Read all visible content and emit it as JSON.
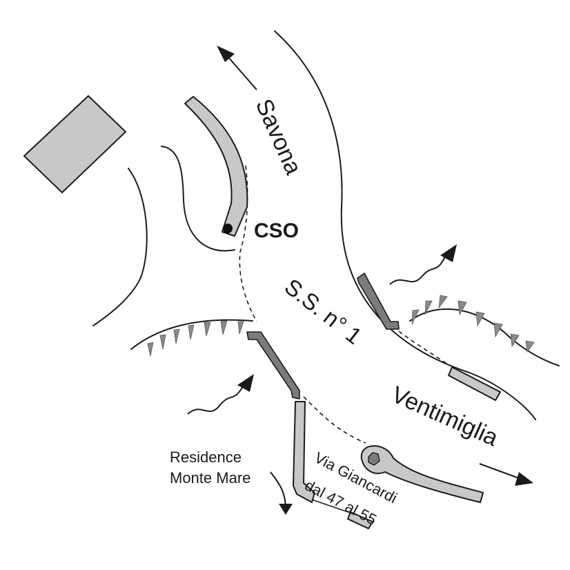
{
  "map": {
    "labels": {
      "savona": "Savona",
      "cso": "CSO",
      "road_name": "S.S. n° 1",
      "ventimiglia": "Ventimiglia",
      "residence_line1": "Residence",
      "residence_line2": "Monte Mare",
      "via_line1": "Via Giancardi",
      "via_line2": "dal 47 al 55"
    },
    "colors": {
      "wall_light": "#c8c8c8",
      "wall_dark": "#7b7b7b",
      "building": "#c8c8c8",
      "line": "#1a1a1a"
    },
    "features": {
      "building": "building-block",
      "cso_marker": "cso-dot",
      "direction_arrows": [
        "arrow-to-savona",
        "arrow-to-ventimiglia",
        "flow-arrow-left",
        "flow-arrow-right",
        "residence-arrow"
      ]
    }
  }
}
